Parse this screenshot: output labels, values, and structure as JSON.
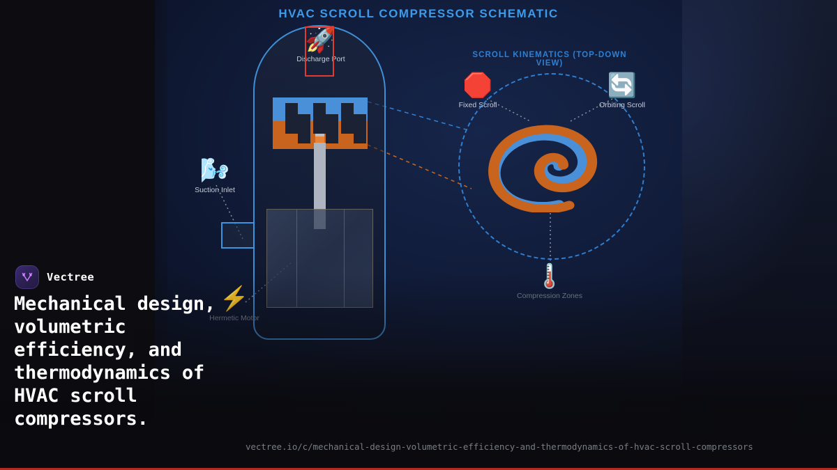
{
  "theme": {
    "accent_blue": "#3d9ae8",
    "sub_blue": "#2f7fd0",
    "scroll_blue": "#4a90d9",
    "scroll_orange": "#c8641e",
    "selection_red": "#e23b30",
    "brand_purple": "#3b2a73",
    "rule_red": "#b02a22",
    "panel_bg": "#101b38",
    "page_bg": "#0d0d11"
  },
  "diagram": {
    "title": "HVAC SCROLL COMPRESSOR SCHEMATIC",
    "subsection_title": "SCROLL KINEMATICS (TOP-DOWN VIEW)",
    "markers": [
      {
        "id": "discharge-port",
        "label": "Discharge Port",
        "icon": "rocket-icon",
        "glyph": "🚀",
        "selected": true
      },
      {
        "id": "suction-inlet",
        "label": "Suction Inlet",
        "icon": "wind-cloud-icon",
        "glyph": "🌬️",
        "selected": false
      },
      {
        "id": "hermetic-motor",
        "label": "Hermetic Motor",
        "icon": "lightning-bolt-icon",
        "glyph": "⚡",
        "selected": false
      },
      {
        "id": "fixed-scroll",
        "label": "Fixed Scroll",
        "icon": "stop-sign-icon",
        "glyph": "🛑",
        "selected": false
      },
      {
        "id": "orbiting-scroll",
        "label": "Orbiting Scroll",
        "icon": "refresh-arrows-icon",
        "glyph": "🔄",
        "selected": false
      },
      {
        "id": "compression-zones",
        "label": "Compression Zones",
        "icon": "thermometer-icon",
        "glyph": "🌡️",
        "selected": false
      }
    ]
  },
  "branding": {
    "logo_icon": "vectree-v-logo",
    "name": "Vectree",
    "headline": "Mechanical design, volumetric efficiency, and thermodynamics of HVAC scroll compressors.",
    "url": "vectree.io/c/mechanical-design-volumetric-efficiency-and-thermodynamics-of-hvac-scroll-compressors"
  }
}
